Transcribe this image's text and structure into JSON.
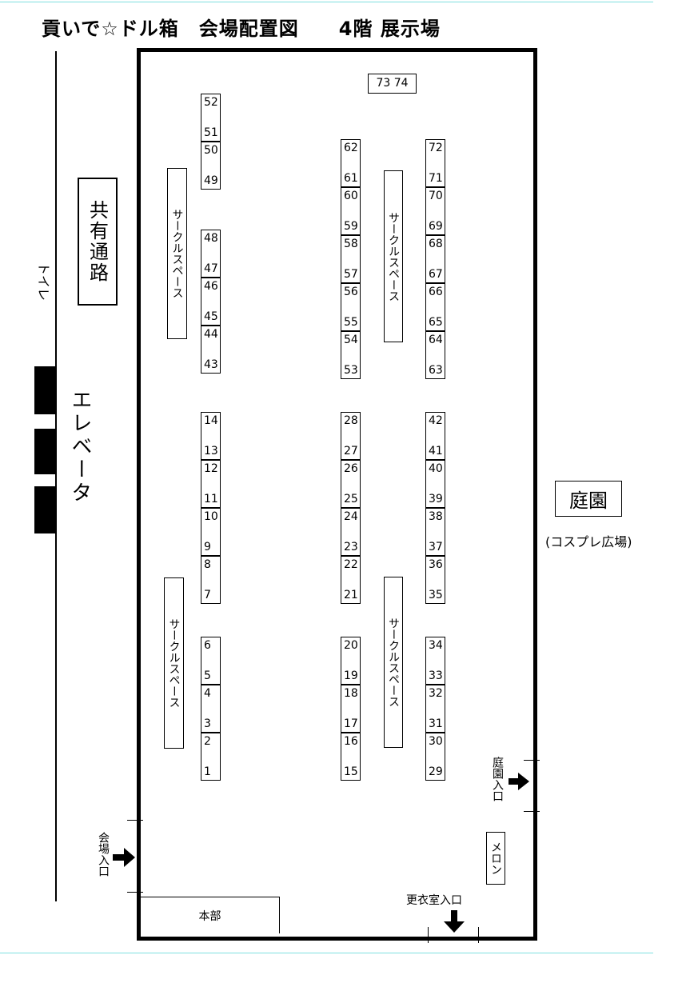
{
  "title": "貢いで☆ドル箱　会場配置図　　4階 展示場",
  "labels": {
    "shared_corridor": "共有通路",
    "toilet": "トイレ",
    "elevator": "エレベータ",
    "garden": "庭園",
    "garden_sub": "(コスプレ広場)",
    "garden_entrance": "庭園入口",
    "venue_entrance": "会場入口",
    "melon": "メロン",
    "changing_room_entrance": "更衣室入口",
    "headquarters": "本部",
    "circle_space": "サークルスペース"
  },
  "booths": {
    "top_pair": "73 74",
    "col1_top": [
      [
        "52",
        "51"
      ],
      [
        "50",
        "49"
      ]
    ],
    "col1_mid": [
      [
        "48",
        "47"
      ],
      [
        "46",
        "45"
      ],
      [
        "44",
        "43"
      ]
    ],
    "col1_low": [
      [
        "14",
        "13"
      ],
      [
        "12",
        "11"
      ],
      [
        "10",
        "9"
      ],
      [
        "8",
        "7"
      ]
    ],
    "col1_bottom": [
      [
        "6",
        "5"
      ],
      [
        "4",
        "3"
      ],
      [
        "2",
        "1"
      ]
    ],
    "col2_top": [
      [
        "62",
        "61"
      ],
      [
        "60",
        "59"
      ],
      [
        "58",
        "57"
      ],
      [
        "56",
        "55"
      ],
      [
        "54",
        "53"
      ]
    ],
    "col2_low": [
      [
        "28",
        "27"
      ],
      [
        "26",
        "25"
      ],
      [
        "24",
        "23"
      ],
      [
        "22",
        "21"
      ]
    ],
    "col2_bottom": [
      [
        "20",
        "19"
      ],
      [
        "18",
        "17"
      ],
      [
        "16",
        "15"
      ]
    ],
    "col3_top": [
      [
        "72",
        "71"
      ],
      [
        "70",
        "69"
      ],
      [
        "68",
        "67"
      ],
      [
        "66",
        "65"
      ],
      [
        "64",
        "63"
      ]
    ],
    "col3_low": [
      [
        "42",
        "41"
      ],
      [
        "40",
        "39"
      ],
      [
        "38",
        "37"
      ],
      [
        "36",
        "35"
      ]
    ],
    "col3_bottom": [
      [
        "34",
        "33"
      ],
      [
        "32",
        "31"
      ],
      [
        "30",
        "29"
      ]
    ]
  }
}
